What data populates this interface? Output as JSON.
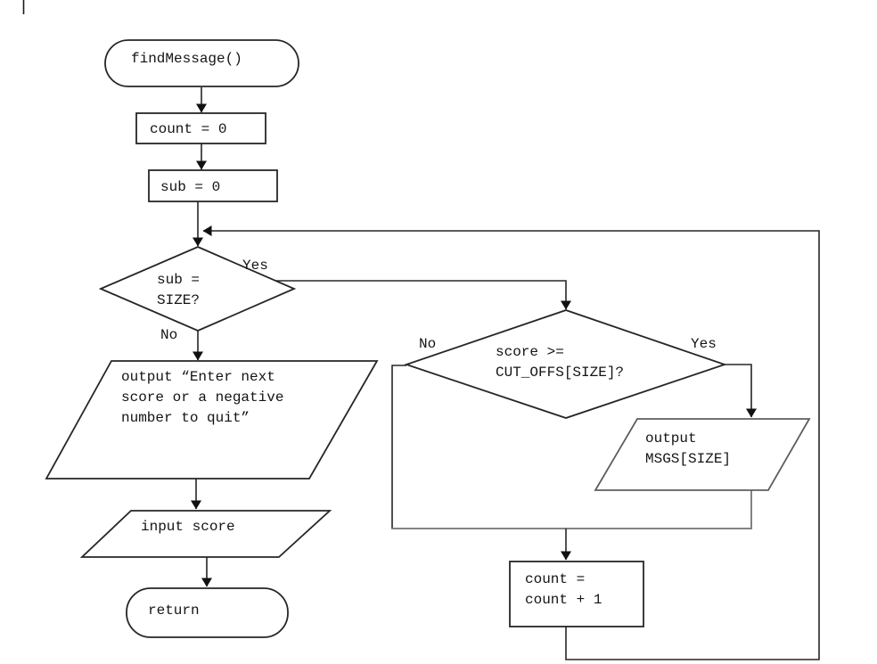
{
  "diagram": {
    "kind": "flowchart",
    "colors": {
      "background": "#ffffff",
      "line": "#262626",
      "gray_line": "#828282",
      "text": "#141414"
    },
    "nodes": {
      "start": {
        "shape": "terminator",
        "label": "findMessage()"
      },
      "init_count": {
        "shape": "process",
        "label": "count = 0"
      },
      "init_sub": {
        "shape": "process",
        "label": "sub = 0"
      },
      "loop_test": {
        "shape": "decision",
        "line1": "sub =",
        "line2": "SIZE?"
      },
      "prompt_output": {
        "shape": "input-output",
        "line1": "output “Enter next",
        "line2": "score or a negative",
        "line3": "number to quit”"
      },
      "input_score": {
        "shape": "input-output",
        "label": "input score"
      },
      "end": {
        "shape": "terminator",
        "label": "return"
      },
      "score_test": {
        "shape": "decision",
        "line1": "score >=",
        "line2": "CUT_OFFS[SIZE]?"
      },
      "output_msg": {
        "shape": "input-output",
        "line1": "output",
        "line2": "MSGS[SIZE]"
      },
      "increment": {
        "shape": "process",
        "line1": "count =",
        "line2": "count + 1"
      }
    },
    "edge_labels": {
      "loop_test_yes": "Yes",
      "loop_test_no": "No",
      "score_test_no": "No",
      "score_test_yes": "Yes"
    }
  }
}
